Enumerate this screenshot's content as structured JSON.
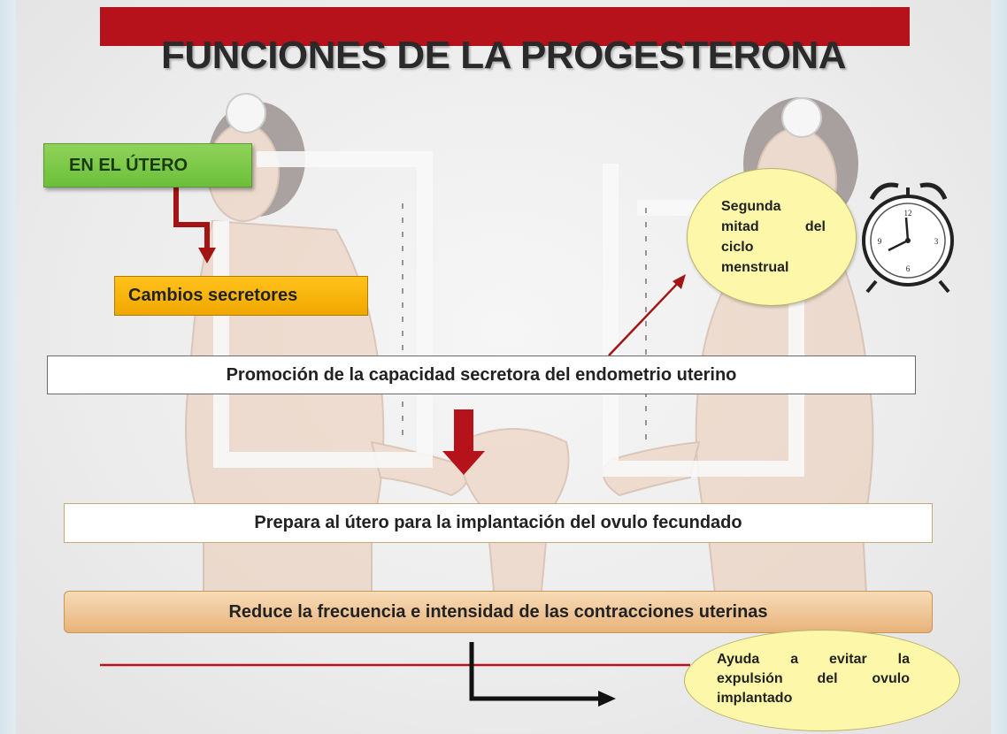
{
  "title": "FUNCIONES DE LA PROGESTERONA",
  "uterus_box": "EN EL ÚTERO",
  "secretory_box": "Cambios secretores",
  "promotion_box": "Promoción de  la capacidad secretora del endometrio uterino",
  "prepare_box": "Prepara al útero para la implantación del ovulo fecundado",
  "reduce_box": "Reduce la frecuencia e intensidad de las contracciones uterinas",
  "cycle_note": {
    "line1": "Segunda",
    "line2a": "mitad",
    "line2b": "del",
    "line3": "ciclo",
    "line4": "menstrual"
  },
  "help_note": {
    "line1a": "Ayuda",
    "line1b": "a",
    "line1c": "evitar",
    "line1d": "la",
    "line2a": "expulsión",
    "line2b": "del",
    "line2c": "ovulo",
    "line3": "implantado"
  },
  "clock": {
    "n12": "12",
    "n3": "3",
    "n6": "6",
    "n9": "9"
  },
  "colors": {
    "title_bar": "#b5121b",
    "green": "#7ac943",
    "orange": "#ffb800",
    "yellow": "#fdf8a9",
    "arrow_red": "#a31515"
  }
}
